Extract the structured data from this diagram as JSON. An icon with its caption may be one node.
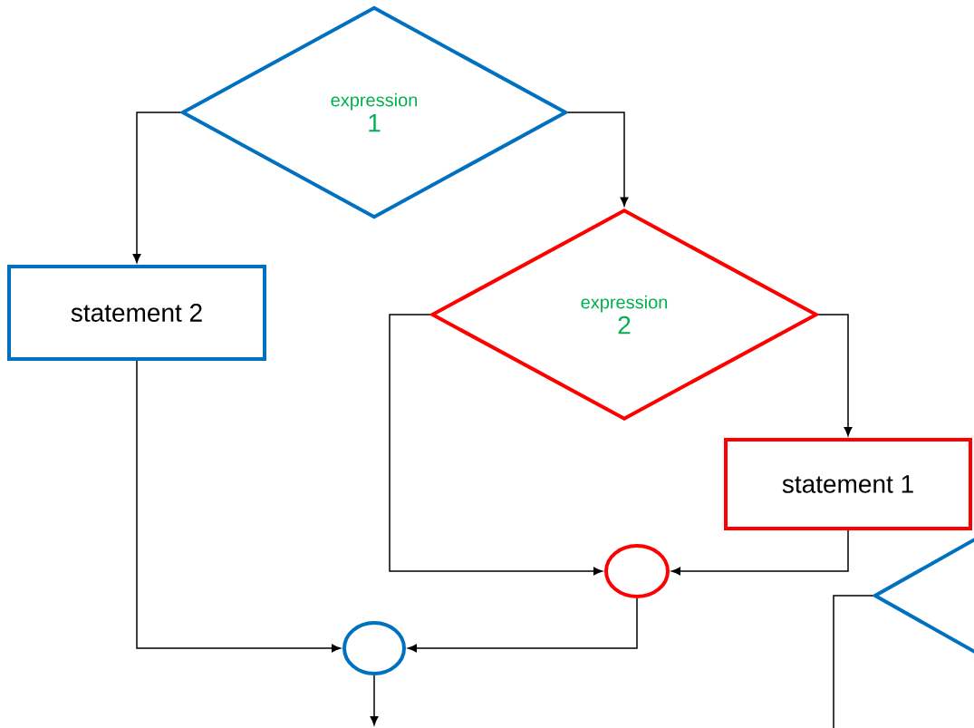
{
  "diagram": {
    "nodes": [
      {
        "text": [
          "expression",
          "1"
        ]
      },
      {
        "text": [
          "statement 2"
        ]
      },
      {
        "text": [
          "expression",
          "2"
        ]
      },
      {
        "text": [
          "statement 1"
        ]
      },
      {
        "text": [],
        "shape": "circle"
      },
      {
        "text": [],
        "shape": "circle"
      },
      {
        "text": [],
        "shape": "diamond"
      }
    ],
    "edges": [
      {
        "from": 0,
        "to": 1,
        "arrow": "to"
      },
      {
        "from": 0,
        "to": 2,
        "arrow": "to"
      },
      {
        "from": 2,
        "to": 4,
        "arrow": "to"
      },
      {
        "from": 2,
        "to": 3,
        "arrow": "to"
      },
      {
        "from": 3,
        "to": 4,
        "arrow": "to"
      },
      {
        "from": 4,
        "to": 5,
        "arrow": "to"
      },
      {
        "from": 1,
        "to": 5,
        "arrow": "to"
      },
      {
        "from": 5,
        "to": null,
        "arrow": "to"
      },
      {
        "from": 6,
        "to": null,
        "arrow": "none"
      }
    ]
  }
}
